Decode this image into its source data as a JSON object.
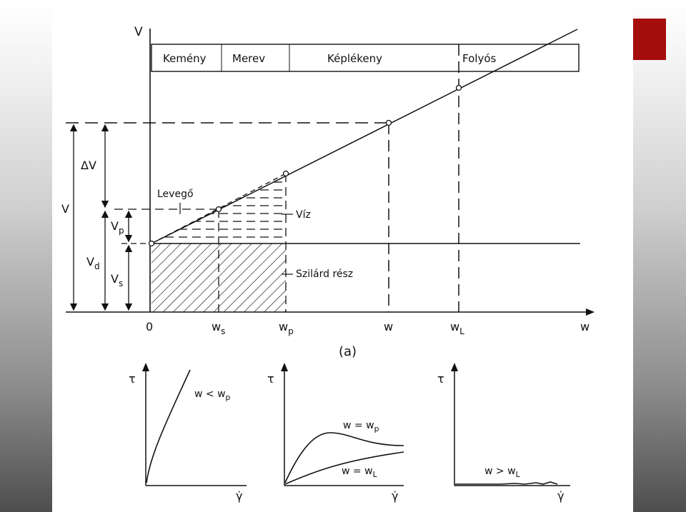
{
  "colors": {
    "accent": "#a40d0c",
    "panel": "#ffffff",
    "ink": "#111111"
  },
  "main": {
    "axis_v": "V",
    "axis_w": "w",
    "states": [
      "Kemény",
      "Merev",
      "Képlékeny",
      "Folyós"
    ],
    "delta_v": "ΔV",
    "v_total": "V",
    "vp": "V",
    "vp_sub": "p",
    "vd": "V",
    "vd_sub": "d",
    "vs": "V",
    "vs_sub": "s",
    "air": "Levegő",
    "water": "Víz",
    "solid": "Szilárd rész",
    "ticks": {
      "zero": "0",
      "ws": "w",
      "ws_sub": "s",
      "wp": "w",
      "wp_sub": "p",
      "w": "w",
      "wl": "w",
      "wl_sub": "L"
    },
    "caption": "(a)"
  },
  "small_plots": {
    "tau": "τ",
    "gamma": "γ̇",
    "plot1_label": "w < w",
    "plot1_sub": "p",
    "plot2_label_top": "w = w",
    "plot2_sub_top": "p",
    "plot2_label_bottom": "w = w",
    "plot2_sub_bottom": "L",
    "plot3_label": "w > w",
    "plot3_sub": "L"
  }
}
